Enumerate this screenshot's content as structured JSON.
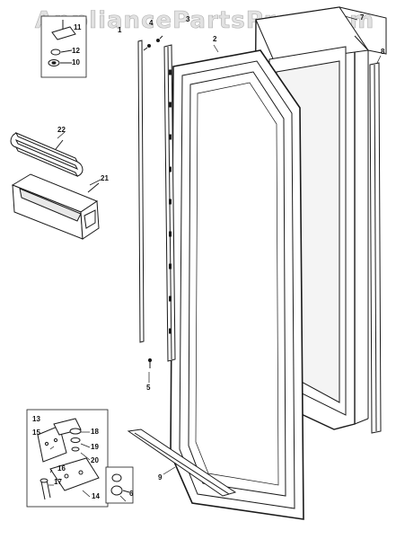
{
  "watermark": "AppliancePartsPros.com",
  "part_labels": {
    "p1": "1",
    "p2": "2",
    "p3": "3",
    "p4": "4",
    "p5": "5",
    "p6": "6",
    "p7": "7",
    "p8": "8",
    "p9": "9",
    "p10": "10",
    "p11": "11",
    "p12": "12",
    "p13": "13",
    "p14": "14",
    "p15": "15",
    "p16": "16",
    "p17": "17",
    "p18": "18",
    "p19": "19",
    "p20": "20",
    "p21": "21",
    "p22": "22"
  },
  "colors": {
    "line": "#1a1a1a",
    "fill": "#ffffff",
    "shade": "#d8d8d8"
  }
}
